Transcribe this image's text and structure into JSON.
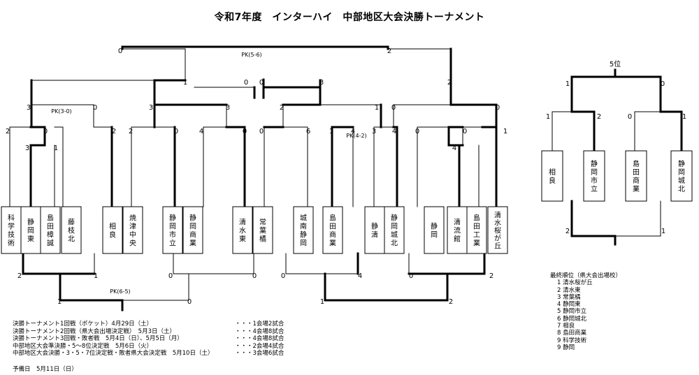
{
  "title": "令和7年度　インターハイ　中部地区大会決勝トーナメント",
  "main_bracket": {
    "teams": [
      "科学技術",
      "静岡東",
      "島田樟誠",
      "藤枝北",
      "相良",
      "焼津中央",
      "静岡市立",
      "静岡商業",
      "清水東",
      "常葉橘",
      "城南静岡",
      "島田商業",
      "静清",
      "静岡城北",
      "静岡",
      "清流館",
      "島田工業",
      "清水桜が丘"
    ],
    "top_scores": [
      "0",
      "2",
      "1",
      "0",
      "0",
      "3",
      "2",
      "3",
      "0",
      "3",
      "3",
      "2",
      "1",
      "0",
      "0",
      "2",
      "0",
      "2",
      "2",
      "0",
      "4",
      "0",
      "0",
      "6",
      "1",
      "4",
      "3",
      "4",
      "0",
      "0",
      "1",
      "3",
      "1",
      "4"
    ],
    "pk_labels": [
      "PK(5-6)",
      "PK(3-0)",
      "PK(4-2)",
      "PK(6-5)"
    ],
    "bottom_scores": [
      "2",
      "1",
      "0",
      "0",
      "0",
      "4",
      "0",
      "2",
      "1",
      "0",
      "1",
      "2"
    ]
  },
  "placement_bracket": {
    "title": "5位",
    "teams": [
      "相良",
      "静岡市立",
      "島田商業",
      "静岡城北"
    ],
    "scores": [
      "1",
      "0",
      "1",
      "2",
      "0",
      "1",
      "2",
      "1"
    ]
  },
  "schedule": [
    {
      "name": "決勝トーナメント1回戦（ポケット）4月29日（土）",
      "games": "・・・1会場2試合"
    },
    {
      "name": "決勝トーナメント2回戦（県大会出場決定戦）　5月3日（土）",
      "games": "・・・4会場8試合"
    },
    {
      "name": "決勝トーナメント3回戦・敗者戦　5月4日（日）、5月5日（月）",
      "games": "・・・4会場8試合"
    },
    {
      "name": "中部地区大会準決勝・5～8位決定戦　5月6日（火）",
      "games": "・・・2会場4試合"
    },
    {
      "name": "中部地区大会決勝・3・5・7位決定戦・敗者県大会決定戦　5月10日（土）",
      "games": "・・・3会場6試合"
    }
  ],
  "reserve_day": "予備日　5月11日（日）",
  "final_ranking": {
    "heading": "最終順位（県大会出場校）",
    "items": [
      "1 清水桜が丘",
      "2 清水東",
      "3 常葉橘",
      "4 静岡東",
      "5 静岡市立",
      "6 静岡城北",
      "7 相良",
      "8 島田商業",
      "9 科学技術",
      "9 静岡"
    ]
  }
}
